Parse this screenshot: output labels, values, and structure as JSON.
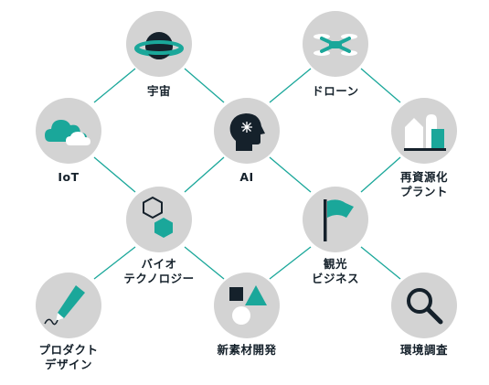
{
  "colors": {
    "teal": "#1aa79a",
    "navy": "#15212b",
    "circle": "#d3d3d3",
    "line": "#1aa79a"
  },
  "nodes": [
    {
      "key": "space",
      "icon": "planet-icon",
      "lines": [
        "宇宙"
      ]
    },
    {
      "key": "drone",
      "icon": "drone-icon",
      "lines": [
        "ドローン"
      ]
    },
    {
      "key": "iot",
      "icon": "cloud-icon",
      "lines": [
        "IoT"
      ]
    },
    {
      "key": "ai",
      "icon": "head-icon",
      "lines": [
        "AI"
      ]
    },
    {
      "key": "recycle",
      "icon": "plant-icon",
      "lines": [
        "再資源化",
        "プラント"
      ]
    },
    {
      "key": "bio",
      "icon": "hexagons-icon",
      "lines": [
        "バイオ",
        "テクノロジー"
      ]
    },
    {
      "key": "tourism",
      "icon": "flag-icon",
      "lines": [
        "観光",
        "ビジネス"
      ]
    },
    {
      "key": "product",
      "icon": "pen-icon",
      "lines": [
        "プロダクト",
        "デザイン"
      ]
    },
    {
      "key": "materials",
      "icon": "shapes-icon",
      "lines": [
        "新素材開発"
      ]
    },
    {
      "key": "environment",
      "icon": "magnifier-icon",
      "lines": [
        "環境調査"
      ]
    }
  ]
}
